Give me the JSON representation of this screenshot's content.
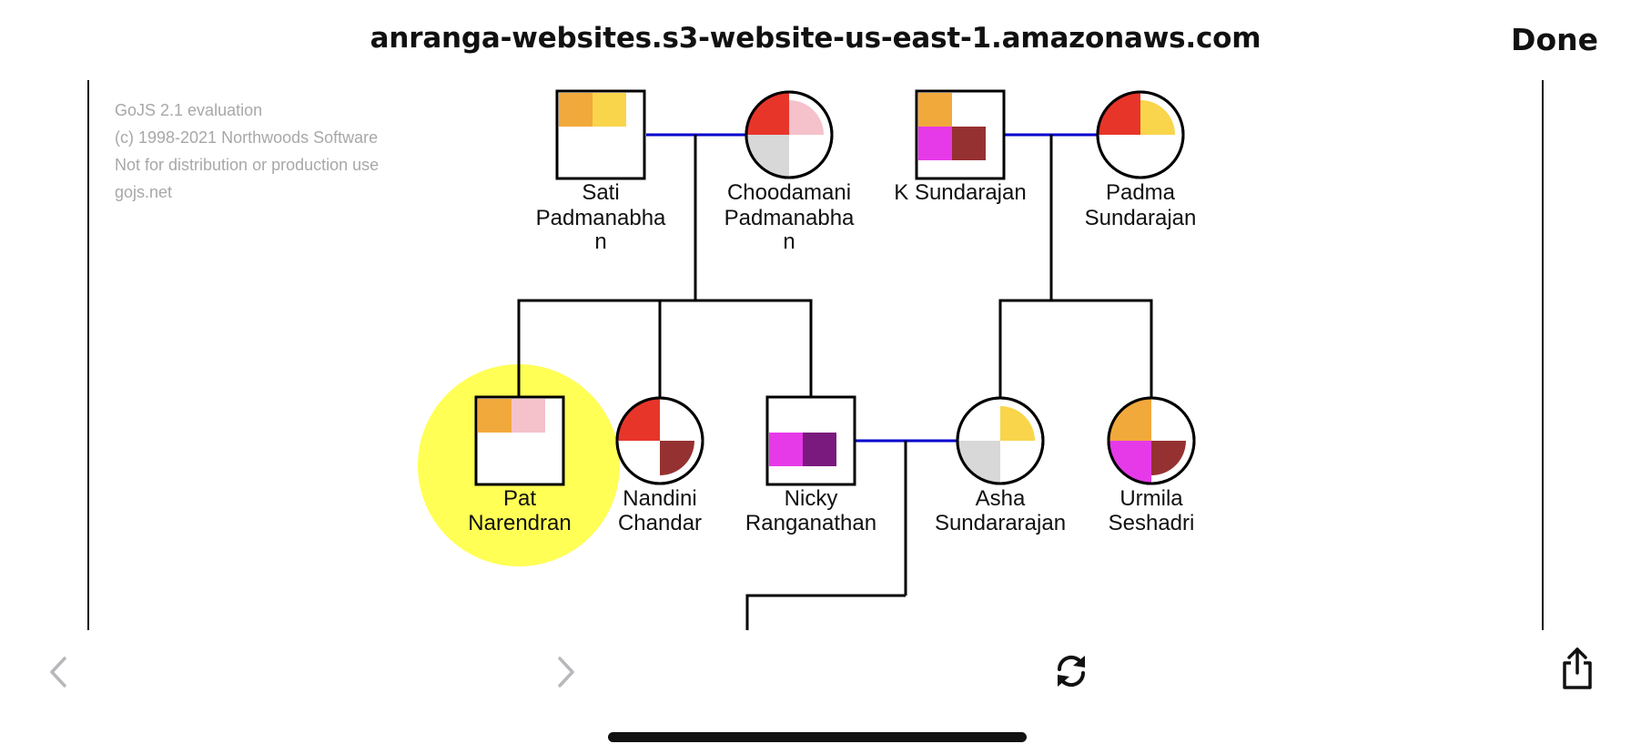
{
  "header": {
    "url": "anranga-websites.s3-website-us-east-1.amazonaws.com",
    "done_label": "Done"
  },
  "watermark": {
    "lines": [
      "GoJS 2.1 evaluation",
      "(c) 1998-2021 Northwoods Software",
      "Not for distribution or production use",
      "gojs.net"
    ]
  },
  "people": {
    "sati": {
      "label_lines": [
        "Sati",
        "Padmanabha",
        "n"
      ],
      "gender": "male"
    },
    "choodamani": {
      "label_lines": [
        "Choodamani",
        "Padmanabha",
        "n"
      ],
      "gender": "female"
    },
    "ksundarajan": {
      "label_lines": [
        "K Sundarajan"
      ],
      "gender": "male"
    },
    "padma": {
      "label_lines": [
        "Padma",
        "Sundarajan"
      ],
      "gender": "female"
    },
    "pat": {
      "label_lines": [
        "Pat",
        "Narendran"
      ],
      "gender": "male",
      "highlighted": true
    },
    "nandini": {
      "label_lines": [
        "Nandini",
        "Chandar"
      ],
      "gender": "female"
    },
    "nicky": {
      "label_lines": [
        "Nicky",
        "Ranganathan"
      ],
      "gender": "male"
    },
    "asha": {
      "label_lines": [
        "Asha",
        "Sundararajan"
      ],
      "gender": "female"
    },
    "urmila": {
      "label_lines": [
        "Urmila",
        "Seshadri"
      ],
      "gender": "female"
    }
  },
  "colors": {
    "orange": "#F2A93B",
    "yellow": "#F9D54B",
    "red": "#E8352A",
    "pink": "#F5C2CB",
    "grey": "#D8D8D8",
    "magenta": "#E63AE8",
    "brown": "#963131",
    "purple": "#7A1A7E",
    "marriage_link": "#0000CC",
    "highlight": "#FFFF55"
  },
  "toolbar": {
    "back_icon": "chevron-left-icon",
    "forward_icon": "chevron-right-icon",
    "reload_icon": "reload-icon",
    "share_icon": "share-icon"
  }
}
